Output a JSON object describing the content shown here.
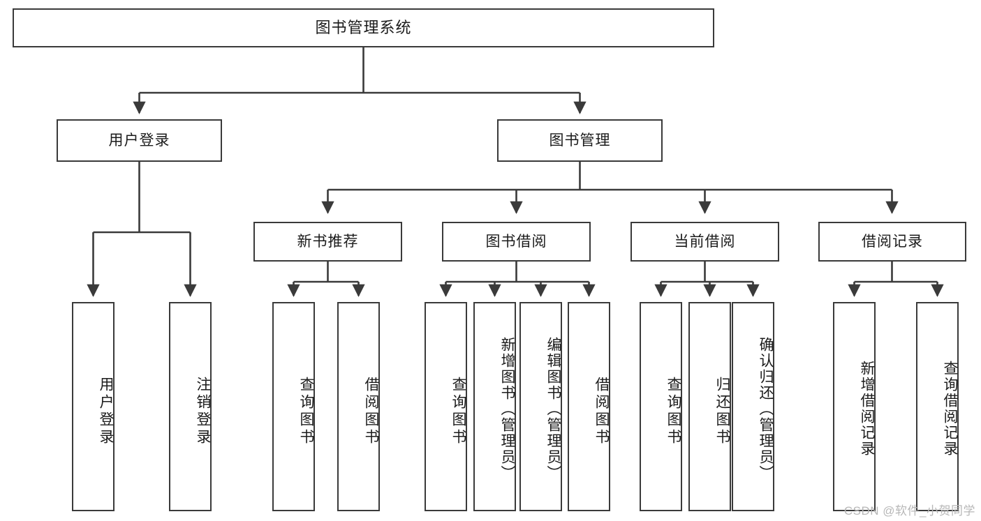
{
  "diagram": {
    "title": "图书管理系统",
    "type": "tree-hierarchy-diagram",
    "root": {
      "label": "图书管理系统"
    },
    "level2": [
      {
        "label": "用户登录"
      },
      {
        "label": "图书管理"
      }
    ],
    "level3": [
      {
        "label": "新书推荐"
      },
      {
        "label": "图书借阅"
      },
      {
        "label": "当前借阅"
      },
      {
        "label": "借阅记录"
      }
    ],
    "leaves": {
      "user_login": [
        {
          "label": "用户登录"
        },
        {
          "label": "注销登录"
        }
      ],
      "new_book_recommend": [
        {
          "label": "查询图书"
        },
        {
          "label": "借阅图书"
        }
      ],
      "book_borrow": [
        {
          "label": "查询图书"
        },
        {
          "label": "新增图书（管理员）"
        },
        {
          "label": "编辑图书（管理员）"
        },
        {
          "label": "借阅图书"
        }
      ],
      "current_borrow": [
        {
          "label": "查询图书"
        },
        {
          "label": "归还图书"
        },
        {
          "label": "确认归还（管理员）"
        }
      ],
      "borrow_record": [
        {
          "label": "新增借阅记录"
        },
        {
          "label": "查询借阅记录"
        }
      ]
    }
  },
  "watermark": {
    "text": "CSDN @软件_小贺同学"
  },
  "colors": {
    "stroke": "#3a3a3a",
    "background": "#ffffff",
    "text": "#1b1b1b",
    "watermark": "#b7b7b7"
  }
}
